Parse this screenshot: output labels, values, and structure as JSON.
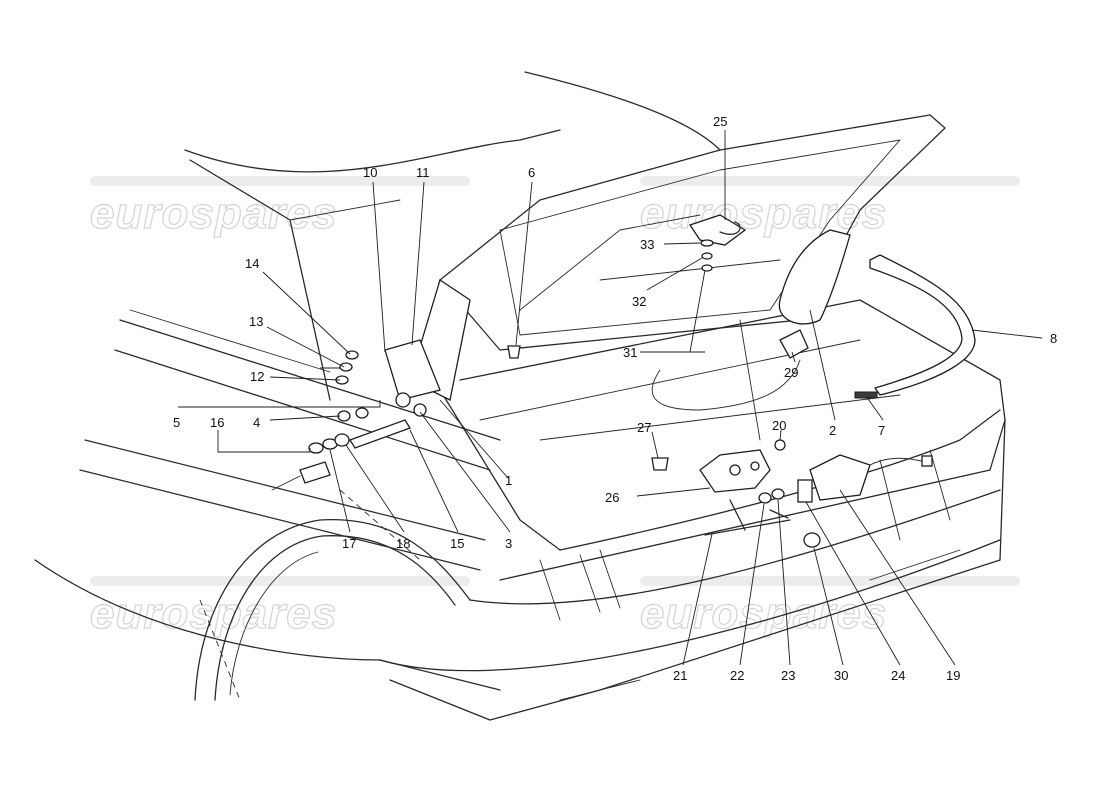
{
  "diagram": {
    "type": "exploded-parts-drawing",
    "subject": "luggage compartment lid, hinges and lock",
    "line_color": "#2a2a2a",
    "background": "#ffffff"
  },
  "watermark": {
    "text": "eurospares",
    "color": "#d4d4d4"
  },
  "callouts": {
    "c1": "1",
    "c2": "2",
    "c3": "3",
    "c4": "4",
    "c5": "5",
    "c6": "6",
    "c7": "7",
    "c8": "8",
    "c10": "10",
    "c11": "11",
    "c12": "12",
    "c13": "13",
    "c14": "14",
    "c15": "15",
    "c16": "16",
    "c17": "17",
    "c18": "18",
    "c19": "19",
    "c20": "20",
    "c21": "21",
    "c22": "22",
    "c23": "23",
    "c24": "24",
    "c25": "25",
    "c26": "26",
    "c27": "27",
    "c29": "29",
    "c30": "30",
    "c31": "31",
    "c32": "32",
    "c33": "33"
  }
}
